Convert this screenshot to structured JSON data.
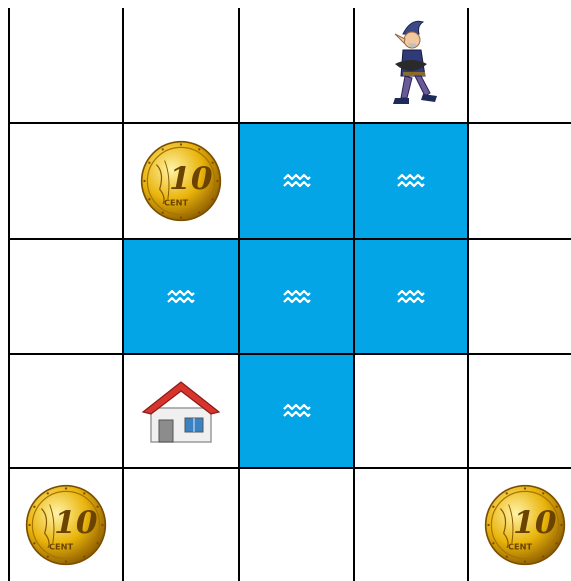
{
  "grid": {
    "rows": 5,
    "cols": 5,
    "cells": [
      [
        "empty",
        "empty",
        "empty",
        "player",
        "empty"
      ],
      [
        "empty",
        "coin",
        "water",
        "water",
        "empty"
      ],
      [
        "empty",
        "water",
        "water",
        "water",
        "empty"
      ],
      [
        "empty",
        "home",
        "water",
        "empty",
        "empty"
      ],
      [
        "coin",
        "empty",
        "empty",
        "empty",
        "coin"
      ]
    ]
  },
  "colors": {
    "water": "#03a5e6",
    "wave_glyph": "#ffffff",
    "grid_line": "#000000",
    "coin_gold": "#e9b40b",
    "roof": "#d7342d",
    "wall": "#f0f0f0"
  },
  "icons": {
    "empty": "",
    "water": "water-wave-icon",
    "coin": "ten-cent-euro-coin-icon",
    "home": "house-icon",
    "player": "elf-character-icon"
  },
  "coin_text": {
    "value": "10",
    "unit": "CENT"
  }
}
